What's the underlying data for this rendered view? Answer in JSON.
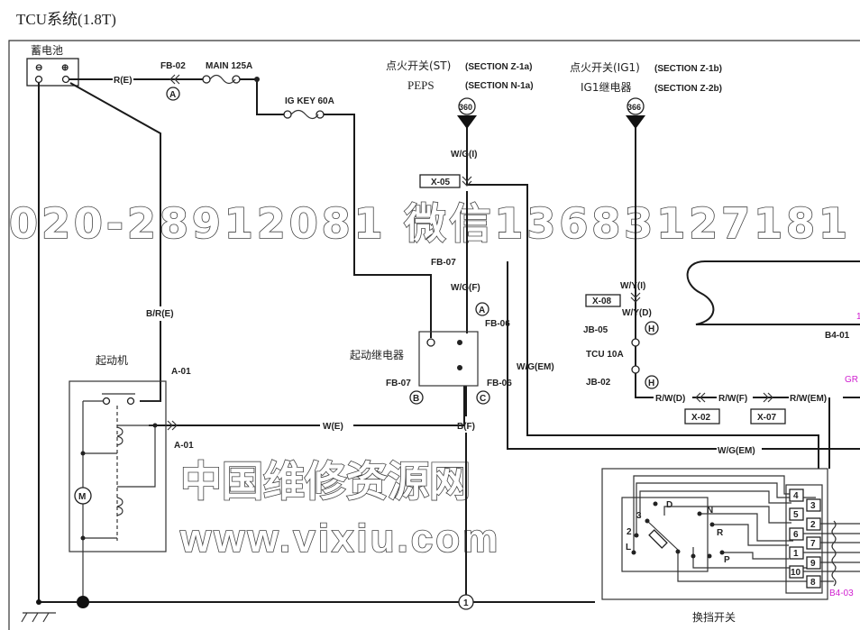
{
  "title": "TCU系统(1.8T)",
  "battery": {
    "label": "蓄电池",
    "neg": "⊖",
    "pos": "⊕"
  },
  "wires": {
    "re": "R(E)",
    "bre": "B/R(E)",
    "we": "W(E)",
    "wgi": "W/G(I)",
    "wgf": "W/G(F)",
    "wgem1": "W/G(EM)",
    "wgem2": "W/G(EM)",
    "bf": "B(F)",
    "wyi": "W/Y(I)",
    "wyd": "W/Y(D)",
    "rwd": "R/W(D)",
    "rwf": "R/W(F)",
    "rwem": "R/W(EM)"
  },
  "fuses": {
    "main": "MAIN 125A",
    "igkey": "IG KEY 60A",
    "tcu": "TCU 10A"
  },
  "connectors": {
    "fb02": "FB-02",
    "fb07a": "FB-07",
    "fb07b": "FB-07",
    "fb06a": "FB-06",
    "fb06b": "FB-06",
    "a01a": "A-01",
    "a01b": "A-01",
    "x05": "X-05",
    "x08": "X-08",
    "x02": "X-02",
    "x07": "X-07",
    "jb05": "JB-05",
    "jb02": "JB-02",
    "b401": "B4-01",
    "b403": "B4-03",
    "gr": "GR",
    "one": "1"
  },
  "circles": {
    "a1": "A",
    "a2": "A",
    "b": "B",
    "c": "C",
    "h1": "H",
    "h2": "H",
    "n360": "360",
    "n366": "366",
    "n1": "1"
  },
  "sources": {
    "st": "点火开关(ST)",
    "st_sec": "(SECTION Z-1a)",
    "peps": "PEPS",
    "peps_sec": "(SECTION N-1a)",
    "ig1": "点火开关(IG1)",
    "ig1_sec": "(SECTION Z-1b)",
    "ig1relay": "IG1继电器",
    "ig1relay_sec": "(SECTION Z-2b)"
  },
  "components": {
    "starter": "起动机",
    "starter_relay": "起动继电器",
    "shift_switch": "换挡开关",
    "motor": "M"
  },
  "shift": {
    "positions": [
      "D",
      "N",
      "R",
      "P",
      "3",
      "2",
      "L"
    ],
    "pins_left": [
      "4",
      "5",
      "6",
      "1",
      "10"
    ],
    "pins_right": [
      "3",
      "2",
      "7",
      "9",
      "8"
    ]
  },
  "watermark": {
    "line1": "中国维修资源网",
    "line2": "www.vixiu.com",
    "line3": "020-28912081  微信13683127181"
  }
}
